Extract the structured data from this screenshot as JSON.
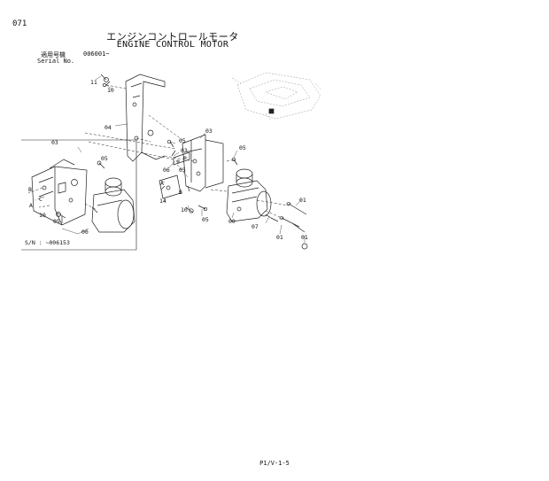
{
  "header": {
    "page_number": "071",
    "title_jp": "エンジンコントロールモータ",
    "title_en": "ENGINE CONTROL MOTOR",
    "serial_label_jp": "適用号機",
    "serial_value": "006001~",
    "serial_label_en": "Serial No."
  },
  "callouts": {
    "c11": "11",
    "c10a": "10",
    "c04": "04",
    "c05a": "05",
    "c03a": "03",
    "c03b": "03",
    "c03c": "03",
    "c05b": "05",
    "c05c": "05",
    "c05d": "05",
    "c06": "06",
    "cA1": "A",
    "cB1": "B",
    "cC1": "C",
    "cA2": "A",
    "cB2": "B",
    "c14": "14",
    "c10b": "10",
    "c10c": "10",
    "c05e": "05",
    "c05f": "05",
    "c00a": "00",
    "c00b": "00",
    "c01a": "01",
    "c01b": "01",
    "c01c": "01",
    "c07": "07"
  },
  "inset": {
    "serial_note": "S/N :  ~006153"
  },
  "footer": {
    "page_code": "P1/V-1-5"
  }
}
